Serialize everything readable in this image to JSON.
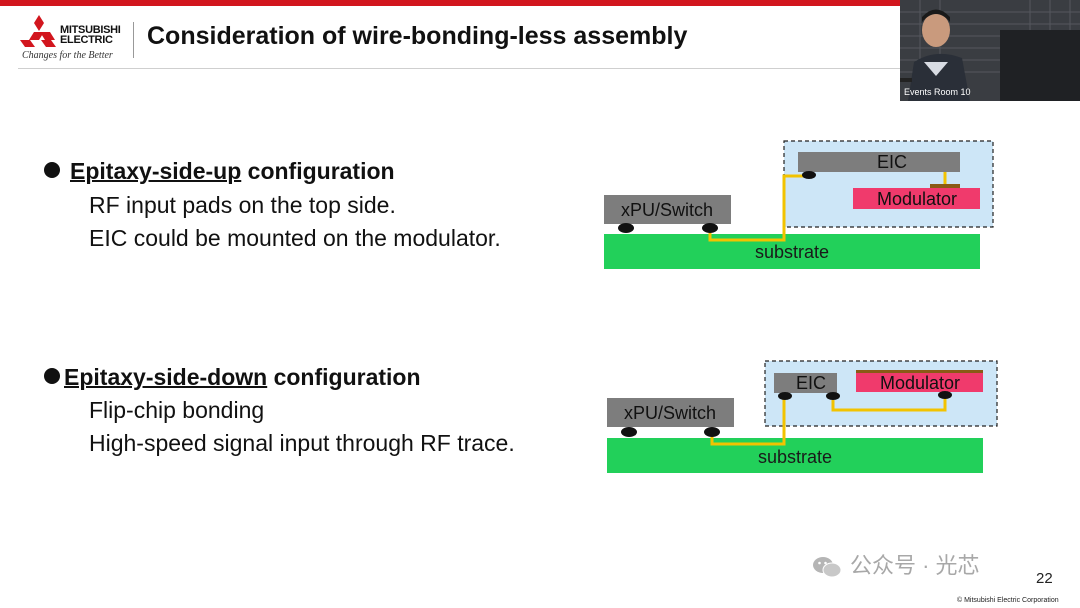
{
  "header": {
    "company_line1": "MITSUBISHI",
    "company_line2": "ELECTRIC",
    "tagline": "Changes for the Better",
    "title": "Consideration of wire-bonding-less assembly"
  },
  "video": {
    "label": "Events Room 10"
  },
  "section1": {
    "heading_underlined": "Epitaxy-side-up",
    "heading_rest": " configuration",
    "line1": "RF input pads on the top side.",
    "line2": "EIC could be mounted on the modulator."
  },
  "section2": {
    "heading_underlined": "Epitaxy-side-down",
    "heading_rest": " configuration",
    "line1": "Flip-chip bonding",
    "line2": "High-speed signal input through RF trace."
  },
  "diagram1": {
    "eic": "EIC",
    "modulator": "Modulator",
    "xpu": "xPU/Switch",
    "substrate": "substrate"
  },
  "diagram2": {
    "eic": "EIC",
    "modulator": "Modulator",
    "xpu": "xPU/Switch",
    "substrate": "substrate"
  },
  "colors": {
    "brand_red": "#d2161e",
    "substrate_green": "#22d05a",
    "module_blue": "#cde6f7",
    "chip_gray": "#7d7d7d",
    "modulator_pink": "#f03a6c",
    "trace_yellow": "#f2c300"
  },
  "footer": {
    "watermark": "公众号 · 光芯",
    "page_number": "22",
    "copyright": "© Mitsubishi Electric Corporation"
  }
}
